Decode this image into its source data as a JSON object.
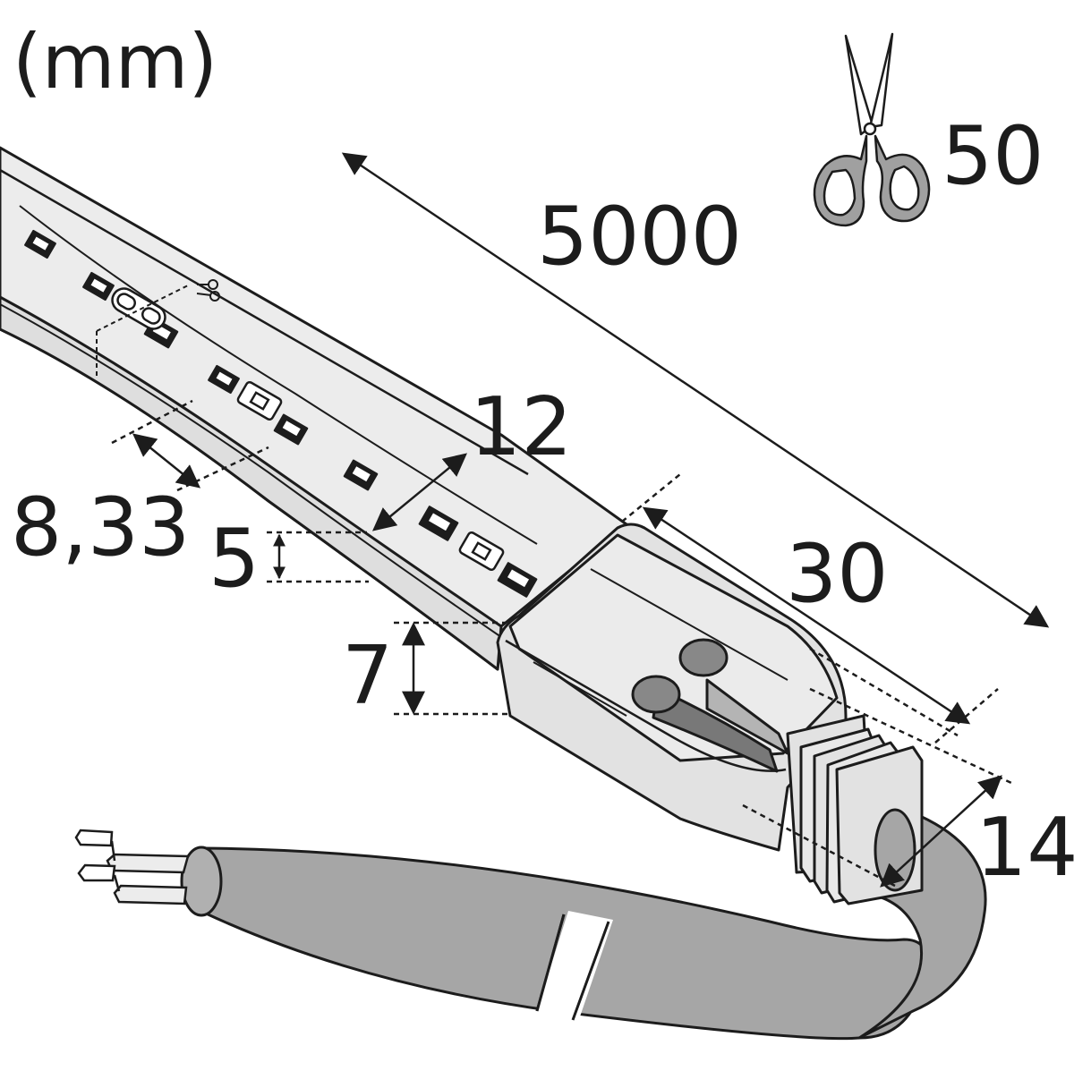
{
  "units_label": "(mm)",
  "dimensions": {
    "total_length": "5000",
    "cut_interval": "50",
    "strip_width": "12",
    "led_pitch": "8,33",
    "led_height": "5",
    "connector_height": "7",
    "connector_length": "30",
    "cable_diameter": "14"
  },
  "colors": {
    "line": "#1c1c1c",
    "strip_fill": "#ececec",
    "connector_fill": "#e2e2e2",
    "cable_fill": "#a6a6a6",
    "wire_dark": "#787878",
    "wire_light": "#b4b4b4"
  },
  "icons": [
    "scissors-icon"
  ]
}
